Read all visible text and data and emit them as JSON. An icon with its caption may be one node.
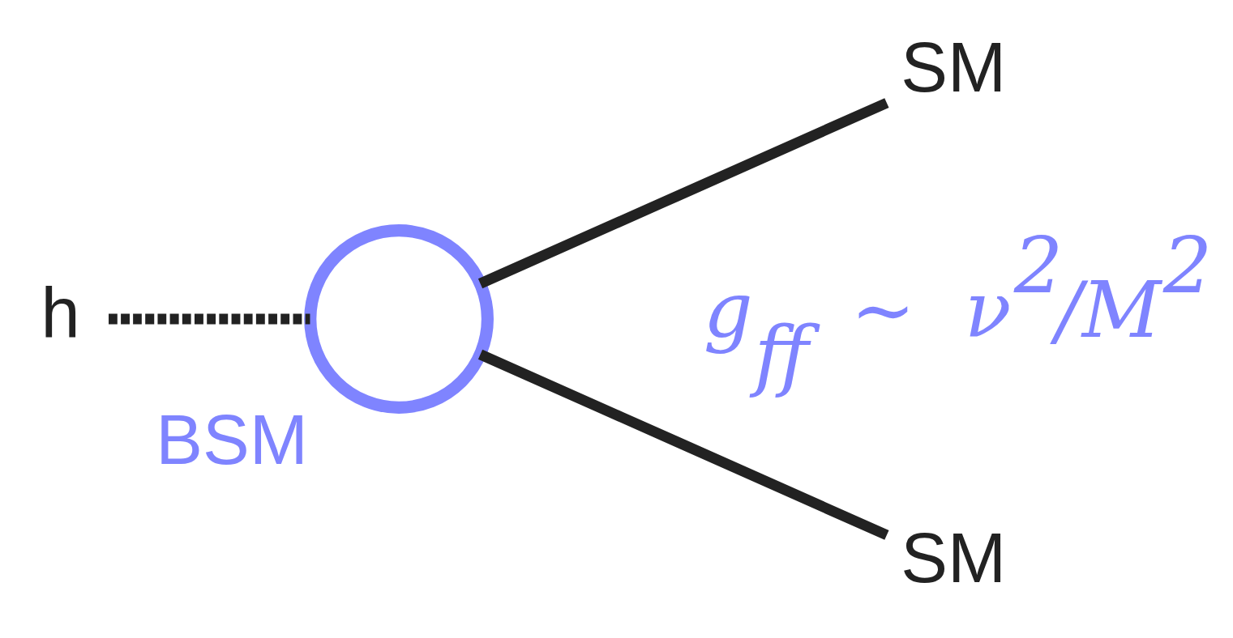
{
  "diagram": {
    "nodes": [
      {
        "text": [
          "h"
        ]
      },
      {
        "text": [],
        "shape": "circle",
        "beside": [
          "BSM"
        ]
      },
      {
        "text": [
          "SM"
        ]
      },
      {
        "text": [
          "SM"
        ]
      }
    ],
    "edges": [
      {
        "from": 0,
        "to": 1,
        "arrow": "none",
        "style": "dashed"
      },
      {
        "from": 1,
        "to": 2,
        "arrow": "none"
      },
      {
        "from": 1,
        "to": 3,
        "arrow": "none"
      }
    ],
    "labels": [
      "g$_{ff}$ ∼ ν$^{2}$/M$^{2}$"
    ]
  }
}
